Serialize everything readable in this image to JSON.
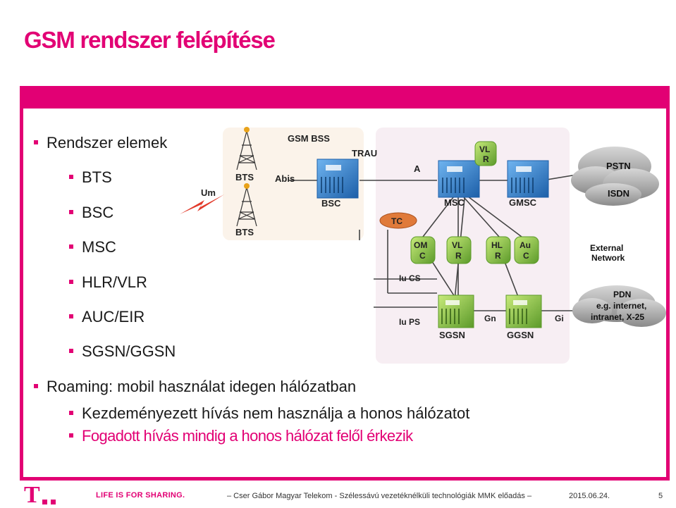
{
  "slide": {
    "title": "GSM rendszer felépítése",
    "bullets": [
      {
        "text": "Rendszer elemek",
        "level": 1
      },
      {
        "text": "BTS",
        "level": 2
      },
      {
        "text": "BSC",
        "level": 2
      },
      {
        "text": "MSC",
        "level": 2
      },
      {
        "text": "HLR/VLR",
        "level": 2
      },
      {
        "text": "AUC/EIR",
        "level": 2
      },
      {
        "text": "SGSN/GGSN",
        "level": 2
      },
      {
        "text": "Roaming: mobil használat idegen hálózatban",
        "level": 1
      },
      {
        "text": "Kezdeményezett hívás nem használja a honos hálózatot",
        "level": 2
      },
      {
        "text": "Fogadott hívás mindig a honos hálózat felől érkezik",
        "level": 2,
        "highlight": true
      }
    ]
  },
  "diagram": {
    "labels": {
      "gsm_bss": "GSM BSS",
      "trau": "TRAU",
      "bts1": "BTS",
      "bts2": "BTS",
      "abis": "Abis",
      "um": "Um",
      "bsc": "BSC",
      "a": "A",
      "vlr_top_1": "VL",
      "vlr_top_2": "R",
      "msc": "MSC",
      "gmsc": "GMSC",
      "pstn": "PSTN",
      "isdn": "ISDN",
      "tc": "TC",
      "omc_1": "OM",
      "omc_2": "C",
      "vlr_1": "VL",
      "vlr_2": "R",
      "hlr_1": "HL",
      "hlr_2": "R",
      "auc_1": "Au",
      "auc_2": "C",
      "external_1": "External",
      "external_2": "Network",
      "iu_cs": "Iu CS",
      "iu_ps": "Iu PS",
      "gn": "Gn",
      "gi": "Gi",
      "sgsn": "SGSN",
      "ggsn": "GGSN",
      "pdn_1": "PDN",
      "pdn_2": "e.g. internet,",
      "pdn_3": "intranet, X-25"
    }
  },
  "footer": {
    "logo": "T",
    "slogan": "LIFE IS FOR SHARING.",
    "text": "– Cser Gábor Magyar Telekom - Szélessávú vezetéknélküli technológiák  MMK előadás  –",
    "date": "2015.06.24.",
    "page": "5"
  },
  "colors": {
    "brand": "#e20074",
    "node_blue": "#2a7fd4",
    "node_green": "#7fbf3a",
    "tc_orange": "#e07a3a",
    "db_green": "#6fa84a"
  }
}
